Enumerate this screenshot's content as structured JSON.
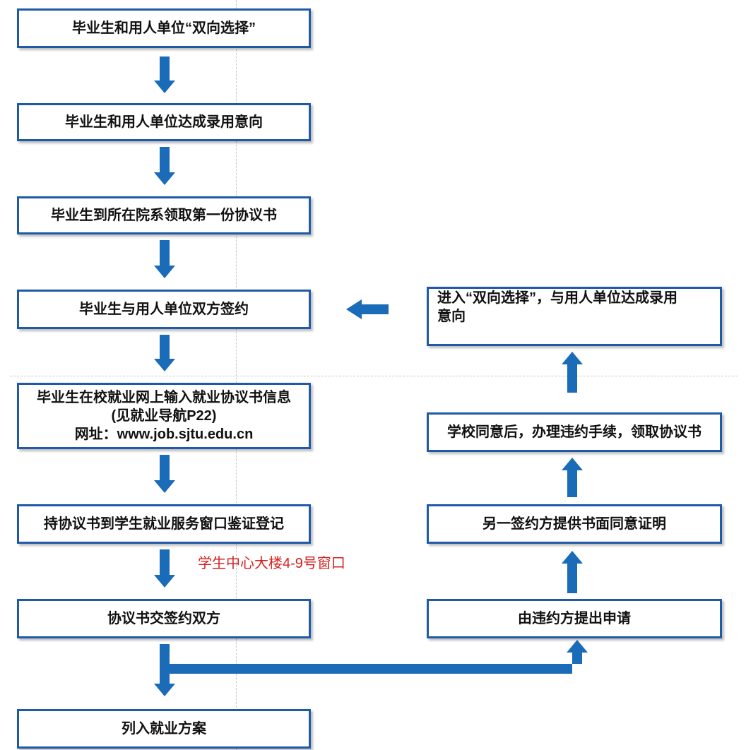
{
  "left_steps": [
    {
      "lines": [
        "毕业生和用人单位“双向选择”"
      ]
    },
    {
      "lines": [
        "毕业生和用人单位达成录用意向"
      ]
    },
    {
      "lines": [
        "毕业生到所在院系领取第一份协议书"
      ]
    },
    {
      "lines": [
        "毕业生与用人单位双方签约"
      ]
    },
    {
      "lines": [
        "毕业生在校就业网上输入就业协议书信息",
        "(见就业导航P22)",
        "网址：www.job.sjtu.edu.cn"
      ]
    },
    {
      "lines": [
        "持协议书到学生就业服务窗口鉴证登记"
      ]
    },
    {
      "lines": [
        "协议书交签约双方"
      ]
    },
    {
      "lines": [
        "列入就业方案"
      ]
    }
  ],
  "right_steps": [
    {
      "lines": [
        "进入“双向选择”，与用人单位达成录用",
        "意向"
      ]
    },
    {
      "lines": [
        "学校同意后，办理违约手续，领取协议书"
      ]
    },
    {
      "lines": [
        "另一签约方提供书面同意证明"
      ]
    },
    {
      "lines": [
        "由违约方提出申请"
      ]
    }
  ],
  "note": "学生中心大楼4-9号窗口",
  "colors": {
    "arrow": "#1a6bb8",
    "border": "#1f5aa8",
    "note": "#d42020"
  }
}
